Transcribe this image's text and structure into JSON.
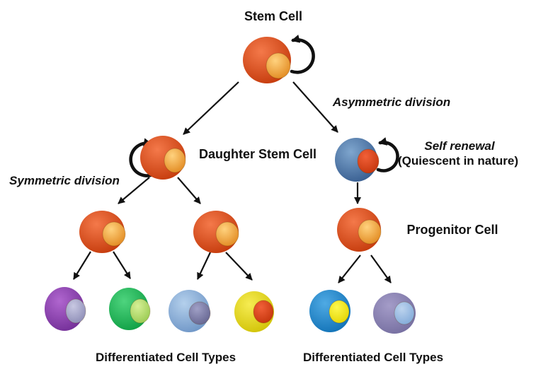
{
  "diagram": {
    "title": "Stem cell division diagram",
    "labels": {
      "stem_cell": "Stem Cell",
      "asymmetric_division": "Asymmetric division",
      "daughter_stem_cell": "Daughter Stem Cell",
      "symmetric_division": "Symmetric division",
      "self_renewal": "Self renewal",
      "quiescent": "(Quiescent in nature)",
      "progenitor_cell": "Progenitor Cell",
      "differentiated_cell_types": "Differentiated Cell Types"
    },
    "cells": [
      {
        "name": "stem-cell",
        "body": "red_body",
        "nucleus": "orange_nucleus"
      },
      {
        "name": "daughter-stem-cell",
        "body": "red_body",
        "nucleus": "orange_nucleus"
      },
      {
        "name": "quiescent-stem-cell",
        "body": "steelblue_body",
        "nucleus": "red_nucleus"
      },
      {
        "name": "symmetric-daughter-left",
        "body": "red_body",
        "nucleus": "orange_nucleus"
      },
      {
        "name": "symmetric-daughter-right",
        "body": "red_body",
        "nucleus": "orange_nucleus"
      },
      {
        "name": "progenitor-cell",
        "body": "red_body",
        "nucleus": "orange_nucleus"
      },
      {
        "name": "differentiated-purple",
        "body": "purple_body",
        "nucleus": "lavender_nucleus"
      },
      {
        "name": "differentiated-green",
        "body": "green_body",
        "nucleus": "lightgreen_nucleus"
      },
      {
        "name": "differentiated-lightblue",
        "body": "lightblue_body",
        "nucleus": "slate_nucleus"
      },
      {
        "name": "differentiated-yellow",
        "body": "yellow_body",
        "nucleus": "red_nucleus"
      },
      {
        "name": "differentiated-brightblue",
        "body": "brightblue_body",
        "nucleus": "yellow_nucleus"
      },
      {
        "name": "differentiated-slateblue",
        "body": "slateblue_body",
        "nucleus": "lightblue_nucleus"
      }
    ],
    "palette": {
      "arrow": "#111111",
      "text": "#111111",
      "red_body": {
        "light": "#F4794A",
        "dark": "#C23708"
      },
      "orange_nucleus": {
        "light": "#FFD27E",
        "dark": "#E0861C"
      },
      "steelblue_body": {
        "light": "#7FA6CE",
        "dark": "#33598C"
      },
      "red_nucleus": {
        "light": "#F16038",
        "dark": "#C2330A"
      },
      "purple_body": {
        "light": "#B066CF",
        "dark": "#6F2B94"
      },
      "lavender_nucleus": {
        "light": "#C8C8E2",
        "dark": "#8A8AB4"
      },
      "green_body": {
        "light": "#4ED47E",
        "dark": "#0B9C41"
      },
      "lightgreen_nucleus": {
        "light": "#D6F096",
        "dark": "#96C84E"
      },
      "lightblue_body": {
        "light": "#B4D0EC",
        "dark": "#6A92C4"
      },
      "slate_nucleus": {
        "light": "#A0A0C6",
        "dark": "#62628E"
      },
      "yellow_body": {
        "light": "#F6EC52",
        "dark": "#CFC002"
      },
      "brightblue_body": {
        "light": "#4FAAE4",
        "dark": "#0E6FB4"
      },
      "yellow_nucleus": {
        "light": "#FDF84E",
        "dark": "#E3D400"
      },
      "slateblue_body": {
        "light": "#A49CC8",
        "dark": "#736C9E"
      },
      "lightblue_nucleus": {
        "light": "#BDD4EE",
        "dark": "#7FA8D8"
      }
    }
  }
}
